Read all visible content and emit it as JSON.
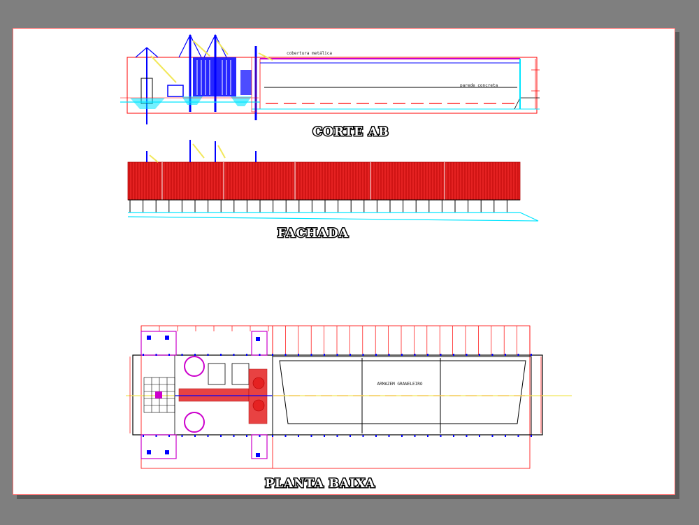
{
  "colors": {
    "background": "#7f7f7f",
    "sheet": "#ffffff",
    "red": "#ff0000",
    "blue": "#0000ff",
    "cyan": "#00e5ff",
    "magenta": "#cc00cc",
    "yellow": "#f2e85a",
    "dark": "#000000"
  },
  "views": {
    "section": {
      "title": "CORTE AB",
      "label_roof": "cobertura metálica",
      "label_wall": "parede concreta"
    },
    "facade": {
      "title": "FACHADA"
    },
    "plan": {
      "title": "PLANTA BAIXA",
      "label_storage": "ARMAZEM GRANELEIRO"
    }
  }
}
